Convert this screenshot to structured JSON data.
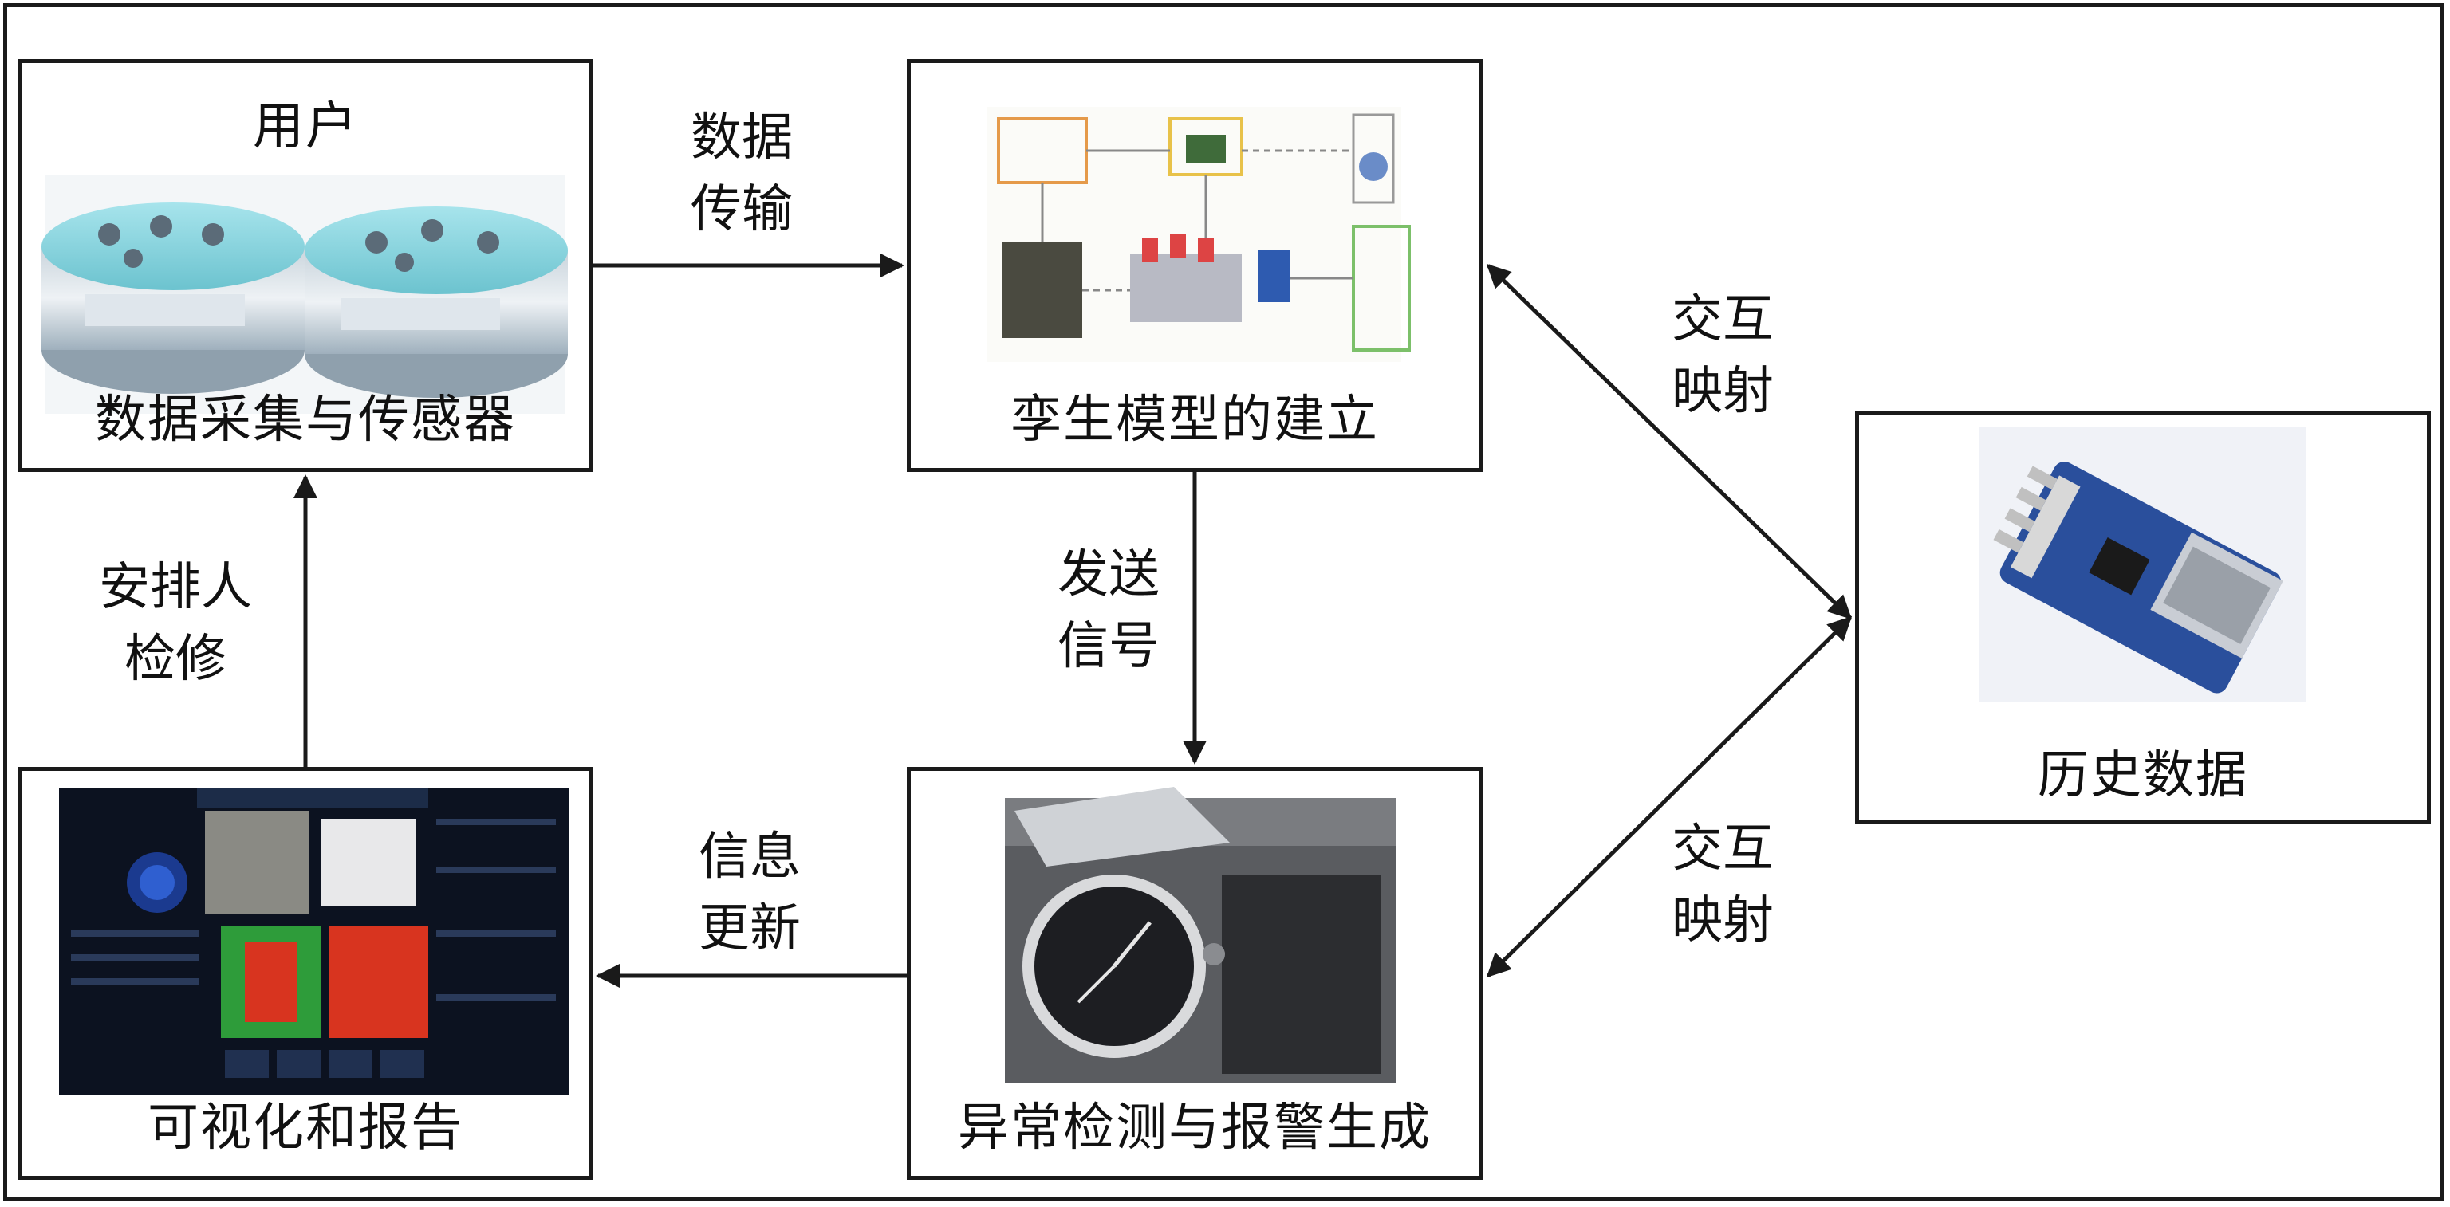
{
  "nodes": {
    "sensor": {
      "top_label": "用户",
      "label": "数据采集与传感器"
    },
    "twin": {
      "label": "孪生模型的建立"
    },
    "history": {
      "label": "历史数据"
    },
    "visual": {
      "label": "可视化和报告"
    },
    "alarm": {
      "label": "异常检测与报警生成"
    }
  },
  "edges": {
    "data_transfer": {
      "line1": "数据",
      "line2": "传输"
    },
    "send_signal": {
      "line1": "发送",
      "line2": "信号"
    },
    "info_update": {
      "line1": "信息",
      "line2": "更新"
    },
    "arrange_repair": {
      "line1": "安排人",
      "line2": "检修"
    },
    "interact_map_top": {
      "line1": "交互",
      "line2": "映射"
    },
    "interact_map_bottom": {
      "line1": "交互",
      "line2": "映射"
    }
  },
  "colors": {
    "line": "#1a1a1a",
    "dashboard_bg": "#0c1220",
    "heat_red": "#d8341f",
    "heat_green": "#2e9c3a",
    "board_blue": "#2a4f9c"
  }
}
